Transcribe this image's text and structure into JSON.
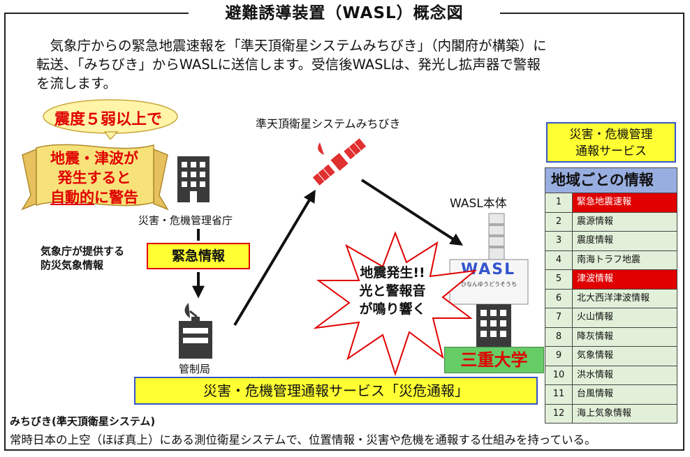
{
  "title": "避難誘導装置（WASL）概念図",
  "intro": [
    "　気象庁からの緊急地震速報を「準天頂衛星システムみちびき」（内閣府が構築）に",
    "転送、「みちびき」からWASLに送信します。受信後WASLは、発光し拡声器で警報",
    "を流します。"
  ],
  "warning_bubble": "震度５弱以上で",
  "warning_scroll": {
    "line1": "地震・津波が",
    "line2": "発生すると",
    "line3_underlined": "自動的",
    "line3_rest": "に警告"
  },
  "labels": {
    "ministry": "災害・危機管理省庁",
    "weather_info": [
      "気象庁が提供する",
      "防災気象情報"
    ],
    "urgent": "緊急情報",
    "control_station": "管制局",
    "satellite": "準天頂衛星システムみちびき",
    "wasl_body": "WASL本体",
    "wasl_device_text": "WASL",
    "wasl_device_sub": "ひなんゆうどうそうち",
    "university": "三重大学"
  },
  "burst_text": [
    "地震発生!!",
    "光と警報音",
    "が鳴り響く"
  ],
  "service_banner": "災害・危機管理通報サービス「災危通報」",
  "right_service": [
    "災害・危機管理",
    "通報サービス"
  ],
  "region_table": {
    "header": "地域ごとの情報",
    "rows": [
      {
        "num": "1",
        "name": "緊急地震速報",
        "alert": true
      },
      {
        "num": "2",
        "name": "震源情報",
        "alert": false
      },
      {
        "num": "3",
        "name": "震度情報",
        "alert": false
      },
      {
        "num": "4",
        "name": "南海トラフ地震",
        "alert": false
      },
      {
        "num": "5",
        "name": "津波情報",
        "alert": true
      },
      {
        "num": "6",
        "name": "北大西洋津波情報",
        "alert": false
      },
      {
        "num": "7",
        "name": "火山情報",
        "alert": false
      },
      {
        "num": "8",
        "name": "降灰情報",
        "alert": false
      },
      {
        "num": "9",
        "name": "気象情報",
        "alert": false
      },
      {
        "num": "10",
        "name": "洪水情報",
        "alert": false
      },
      {
        "num": "11",
        "name": "台風情報",
        "alert": false
      },
      {
        "num": "12",
        "name": "海上気象情報",
        "alert": false
      }
    ]
  },
  "footnote": {
    "term": "みちびき(準天頂衛星システム)",
    "definition": "常時日本の上空（ほぼ真上）にある測位衛星システムで、位置情報・災害や危機を通報する仕組みを持っている。"
  },
  "colors": {
    "alert_red": "#e00000",
    "highlight_yellow": "#ffff33",
    "table_header_blue": "#99aee0",
    "table_row_green": "#e2f0d9",
    "university_green": "#66cc66"
  },
  "icons": [
    "building-icon",
    "satellite-icon",
    "satellite-dish-building-icon",
    "wasl-device-icon",
    "arrow-icon",
    "burst-shape"
  ]
}
